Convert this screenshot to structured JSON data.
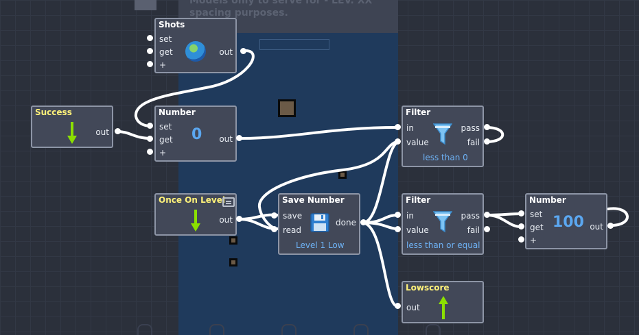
{
  "background": {
    "level_text_line1": "Models only to serve for - LEV. XX",
    "level_text_line2": "spacing purposes."
  },
  "nodes": {
    "shots": {
      "title": "Shots",
      "ports_in": [
        "set",
        "get",
        "+"
      ],
      "port_out": "out",
      "icon": "globe-icon"
    },
    "success": {
      "title": "Success",
      "port_out": "out",
      "icon": "arrow-down-icon"
    },
    "number_zero": {
      "title": "Number",
      "ports_in": [
        "set",
        "get",
        "+"
      ],
      "port_out": "out",
      "value": "0"
    },
    "filter_one": {
      "title": "Filter",
      "ports_in": [
        "in",
        "value"
      ],
      "ports_out": [
        "pass",
        "fail"
      ],
      "condition": "less than 0",
      "icon": "funnel-icon"
    },
    "once_on_level": {
      "title": "Once On Level",
      "port_out": "out",
      "icon": "arrow-down-icon",
      "comment_icon": "comment-icon"
    },
    "save_number": {
      "title": "Save Number",
      "ports_in": [
        "save",
        "read"
      ],
      "port_out": "done",
      "slot": "Level 1 Low",
      "icon": "floppy-disk-icon"
    },
    "filter_two": {
      "title": "Filter",
      "ports_in": [
        "in",
        "value"
      ],
      "ports_out": [
        "pass",
        "fail"
      ],
      "condition": "less than or equal",
      "icon": "funnel-icon"
    },
    "number_hundred": {
      "title": "Number",
      "ports_in": [
        "set",
        "get",
        "+"
      ],
      "port_out": "out",
      "value": "100"
    },
    "lowscore": {
      "title": "Lowscore",
      "port_in": "out",
      "icon": "arrow-up-icon"
    }
  },
  "colors": {
    "canvas": "#2b303b",
    "node_fill": "#424858",
    "node_border": "#8d95a6",
    "value_blue": "#5ba7f0",
    "event_yellow": "#fff27a",
    "arrow_green": "#8be000",
    "wire": "#ffffff"
  }
}
